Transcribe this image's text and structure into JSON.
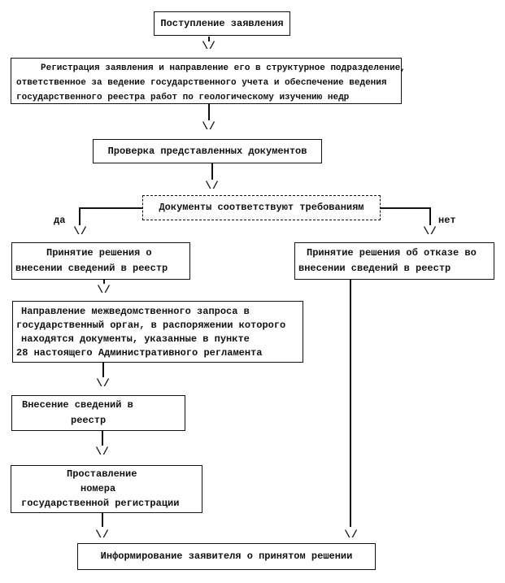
{
  "page": {
    "background": "#ffffff",
    "ink": "#111111"
  },
  "flowchart": {
    "arrow_glyph": "\\/",
    "branch_labels": {
      "yes": "да",
      "no": "нет"
    },
    "nodes": {
      "receipt": {
        "text": "Поступление заявления"
      },
      "registration": {
        "lines": [
          "Регистрация заявления и направление его в структурное подразделение,",
          "ответственное за ведение государственного учета и обеспечение ведения",
          "государственного реестра работ по геологическому изучению недр"
        ]
      },
      "check": {
        "text": "Проверка представленных документов"
      },
      "decision": {
        "text": "Документы соответствуют требованиям"
      },
      "approve": {
        "lines": [
          "Принятие решения о",
          "внесении сведений в реестр"
        ]
      },
      "refuse": {
        "lines": [
          "Принятие решения об отказе во",
          "внесении сведений в реестр"
        ]
      },
      "request": {
        "lines": [
          "Направление межведомственного запроса в",
          "государственный орган, в распоряжении которого",
          "находятся документы, указанные в пункте",
          "28 настоящего Административного регламента"
        ]
      },
      "entry": {
        "lines": [
          "Внесение сведений в",
          "реестр"
        ]
      },
      "reg_number": {
        "lines": [
          "Проставление",
          "номера",
          "государственной регистрации"
        ]
      },
      "inform": {
        "text": "Информирование заявителя о принятом решении"
      }
    }
  }
}
